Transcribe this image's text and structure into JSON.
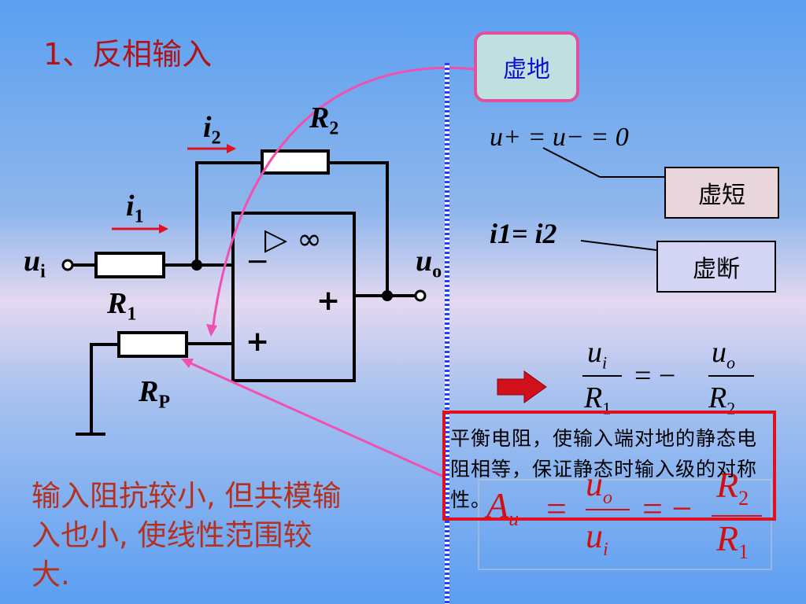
{
  "title": "1、反相输入",
  "labels": {
    "i2_main": "i",
    "i2_sub": "2",
    "R2_main": "R",
    "R2_sub": "2",
    "i1_main": "i",
    "i1_sub": "1",
    "ui_main": "u",
    "ui_sub": "i",
    "uo_main": "u",
    "uo_sub": "o",
    "R1_main": "R",
    "R1_sub": "1",
    "RP_main": "R",
    "RP_sub": "P",
    "opamp_symbol": "▷ ∞",
    "opamp_minus": "−",
    "opamp_plus_out": "+",
    "opamp_plus_in": "+"
  },
  "callouts": {
    "virtual_ground": "虚地",
    "virtual_short": "虚短",
    "virtual_open": "虚断"
  },
  "equations": {
    "eq1": "u+ = u− = 0",
    "eq2": "i1= i2",
    "eq3_lhs_num": "u",
    "eq3_lhs_num_sub": "i",
    "eq3_lhs_den": "R",
    "eq3_lhs_den_sub": "1",
    "eq3_mid": "= −",
    "eq3_rhs_num": "u",
    "eq3_rhs_num_sub": "o",
    "eq3_rhs_den": "R",
    "eq3_rhs_den_sub": "2",
    "gain_A": "A",
    "gain_sub": "u",
    "gain_num": "u",
    "gain_num_sub": "o",
    "gain_den": "u",
    "gain_den_sub": "i",
    "gain_R2": "R",
    "gain_R2_sub": "2",
    "gain_R1": "R",
    "gain_R1_sub": "1"
  },
  "balance_note": "平衡电阻，使输入端对地的静态电阻相等，保证静态时输入级的对称性。",
  "bottom_note": "输入阻抗较小, 但共模输入也小, 使线性范围较大.",
  "colors": {
    "title": "#b0141a",
    "current_arrow": "#e01020",
    "pink_arrow": "#f050b0",
    "note_text": "#b5311e"
  }
}
